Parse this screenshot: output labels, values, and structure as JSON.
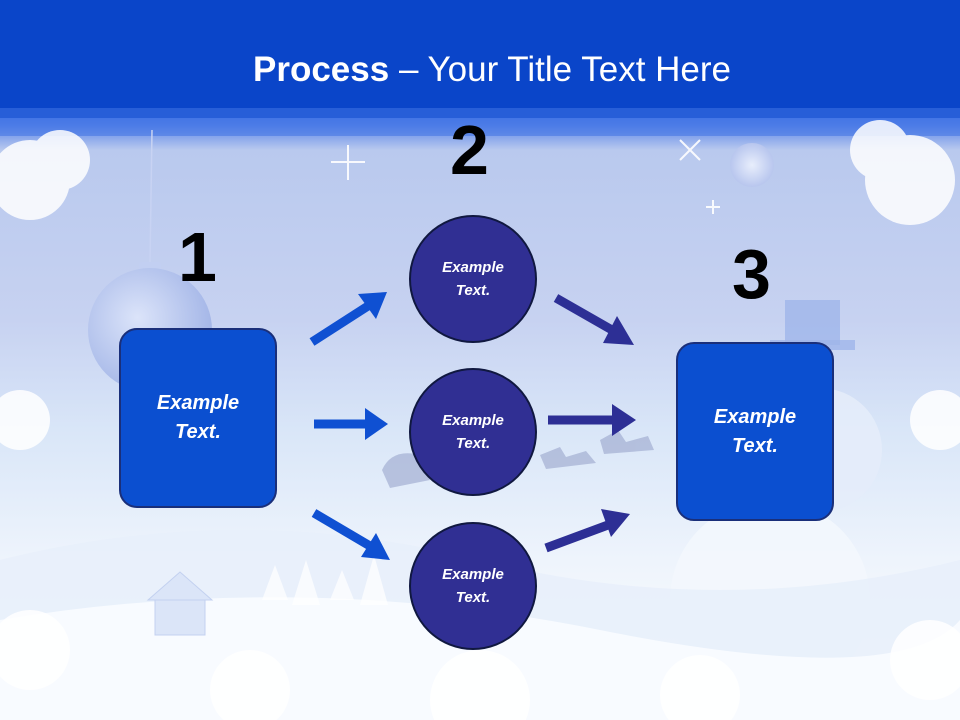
{
  "title": {
    "bold": "Process",
    "rest": " – Your Title Text Here"
  },
  "steps": [
    {
      "number": "1",
      "box_text": "Example\nText."
    },
    {
      "number": "2",
      "circles": [
        "Example\nText.",
        "Example\nText.",
        "Example\nText."
      ]
    },
    {
      "number": "3",
      "box_text": "Example\nText."
    }
  ],
  "colors": {
    "header": "#0a45c9",
    "box": "#0b4fd0",
    "circle": "#302f93",
    "arrow_blue": "#0f50d2",
    "arrow_indigo": "#2d2f95"
  }
}
